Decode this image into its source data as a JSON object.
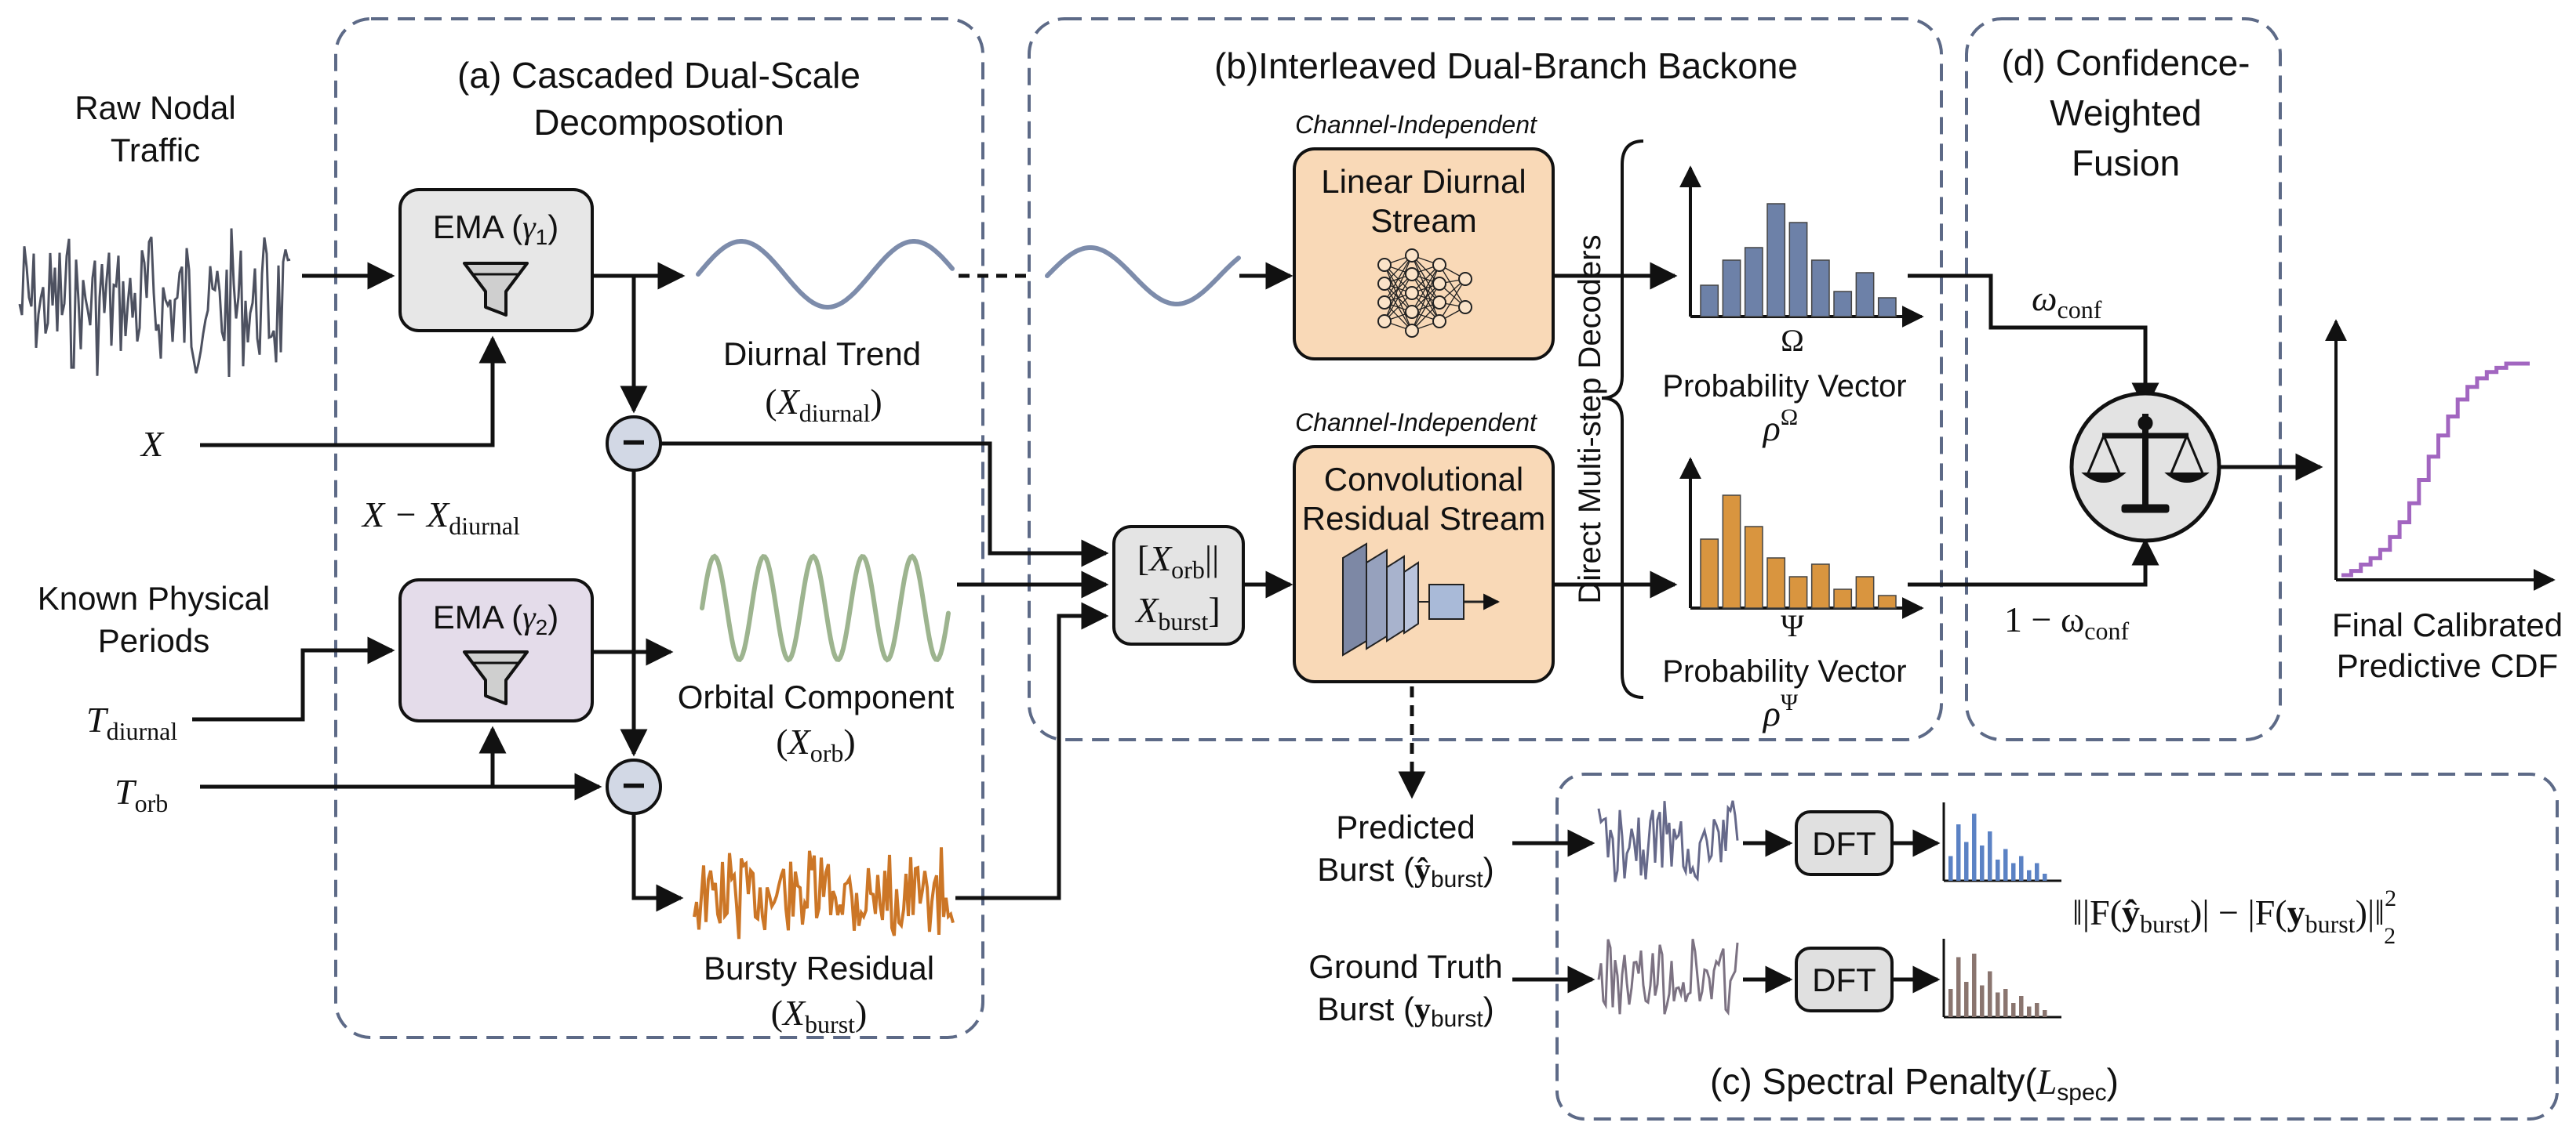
{
  "sections": {
    "a_title_line1": "(a) Cascaded Dual-Scale",
    "a_title_line2": "Decomposotion",
    "b_title": "(b)Interleaved Dual-Branch Backone",
    "c_title_main": "(c) Spectral Penalty(",
    "c_title_L": "L",
    "c_title_sub": "spec",
    "c_title_close": ")",
    "d_title_line1": "(d) Confidence-",
    "d_title_line2": "Weighted",
    "d_title_line3": "Fusion"
  },
  "inputs": {
    "raw_line1": "Raw Nodal",
    "raw_line2": "Traffic",
    "x_symbol": "X",
    "known_line1": "Known Physical",
    "known_line2": "Periods",
    "t_diurnal_T": "T",
    "t_diurnal_sub": "diurnal",
    "t_orb_T": "T",
    "t_orb_sub": "orb"
  },
  "decomposition": {
    "ema1_label": "EMA (",
    "ema1_gamma": "γ",
    "ema1_sub": "1",
    "ema2_label": "EMA (",
    "ema2_gamma": "γ",
    "ema2_sub": "2",
    "close_paren": ")",
    "minus_symbol": "−",
    "x_minus_X": "X − X",
    "x_minus_sub": "diurnal",
    "diurnal_trend": "Diurnal Trend",
    "diurnal_X": "X",
    "diurnal_sub": "diurnal",
    "orbital_component": "Orbital Component",
    "orb_X": "X",
    "orb_sub": "orb",
    "bursty_residual": "Bursty Residual",
    "burst_X": "X",
    "burst_sub": "burst",
    "open_paren": "(",
    "close_paren2": ")"
  },
  "backbone": {
    "channel_independent_1": "Channel-Independent",
    "channel_independent_2": "Channel-Independent",
    "linear_line1": "Linear Diurnal",
    "linear_line2": "Stream",
    "conv_line1": "Convolutional",
    "conv_line2": "Residual Stream",
    "concat_line1_open": "[",
    "concat_X": "X",
    "concat_orb": "orb",
    "concat_bars": "||",
    "concat_burst": "burst",
    "concat_close": "]",
    "decoders_label": "Direct Multi-step Decoders",
    "omega_symbol": "Ω",
    "psi_symbol": "Ψ",
    "prob_vector_1": "Probability Vector",
    "prob_vector_2": "Probability Vector",
    "rho": "ρ",
    "rho_sup_omega": "Ω",
    "rho_sup_psi": "Ψ"
  },
  "fusion": {
    "omega": "ω",
    "omega_sub": "conf",
    "one_minus": "1 − ω",
    "one_minus_sub": "conf",
    "final_line1": "Final Calibrated",
    "final_line2": "Predictive CDF"
  },
  "spectral": {
    "predicted_line1": "Predicted",
    "predicted_line2": "Burst (",
    "predicted_y": "ŷ",
    "predicted_sub": "burst",
    "ground_line1": "Ground Truth",
    "ground_line2": "Burst (",
    "ground_y": "y",
    "ground_sub": "burst",
    "dft_1": "DFT",
    "dft_2": "DFT",
    "formula_open": "‖|F(",
    "formula_yhat": "ŷ",
    "formula_sub1": "burst",
    "formula_mid": ")| − |F(",
    "formula_y": "y",
    "formula_sub2": "burst",
    "formula_close": ")|‖",
    "formula_sup": "2",
    "formula_subscript": "2"
  },
  "chart_data": [
    {
      "type": "bar",
      "name": "omega-histogram",
      "values": [
        0.25,
        0.45,
        0.55,
        0.9,
        0.75,
        0.45,
        0.2,
        0.35,
        0.15
      ]
    },
    {
      "type": "bar",
      "name": "psi-histogram",
      "values": [
        0.55,
        0.9,
        0.65,
        0.4,
        0.25,
        0.35,
        0.15,
        0.25,
        0.1
      ]
    },
    {
      "type": "bar",
      "name": "predicted-spectrum",
      "values": [
        0.35,
        0.8,
        0.55,
        0.95,
        0.5,
        0.7,
        0.3,
        0.45,
        0.25,
        0.35,
        0.15,
        0.25,
        0.1
      ]
    },
    {
      "type": "bar",
      "name": "ground-truth-spectrum",
      "values": [
        0.4,
        0.85,
        0.5,
        0.9,
        0.45,
        0.65,
        0.35,
        0.4,
        0.2,
        0.3,
        0.15,
        0.2,
        0.1
      ]
    },
    {
      "type": "line",
      "name": "final-cdf",
      "values": [
        0.0,
        0.02,
        0.05,
        0.08,
        0.12,
        0.18,
        0.25,
        0.34,
        0.45,
        0.56,
        0.66,
        0.75,
        0.83,
        0.89,
        0.93,
        0.96,
        0.98,
        1.0
      ]
    }
  ],
  "colors": {
    "dash_border": "#5d6a87",
    "ema1_fill": "#e7e7e7",
    "ema2_fill": "#e4dcea",
    "stream_fill": "#f9d9b7",
    "stream_stroke": "#c48a54",
    "omega_bar": "#6d81a8",
    "psi_bar": "#d9953f",
    "diurnal_wave": "#7d8cab",
    "orbital_wave": "#9db48f",
    "burst_wave": "#cc7626",
    "cdf_line": "#a266c0",
    "minus_fill": "#d2d8e5"
  }
}
